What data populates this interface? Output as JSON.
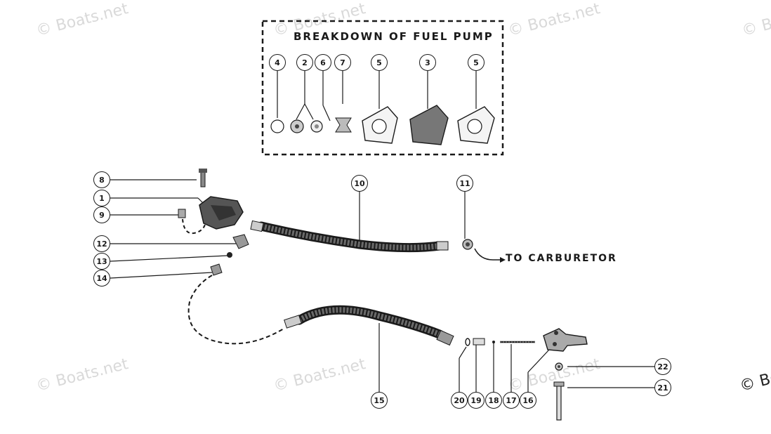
{
  "watermark": "© Boats.net",
  "breakdown": {
    "title": "BREAKDOWN OF FUEL PUMP"
  },
  "outlet_label": "TO CARBURETOR",
  "callouts": {
    "c4": "4",
    "c2": "2",
    "c6": "6",
    "c7": "7",
    "c5a": "5",
    "c3": "3",
    "c5b": "5",
    "c8": "8",
    "c1": "1",
    "c9": "9",
    "c12": "12",
    "c13": "13",
    "c14": "14",
    "c10": "10",
    "c11": "11",
    "c15": "15",
    "c20": "20",
    "c19": "19",
    "c18": "18",
    "c17": "17",
    "c16": "16",
    "c22": "22",
    "c21": "21"
  }
}
